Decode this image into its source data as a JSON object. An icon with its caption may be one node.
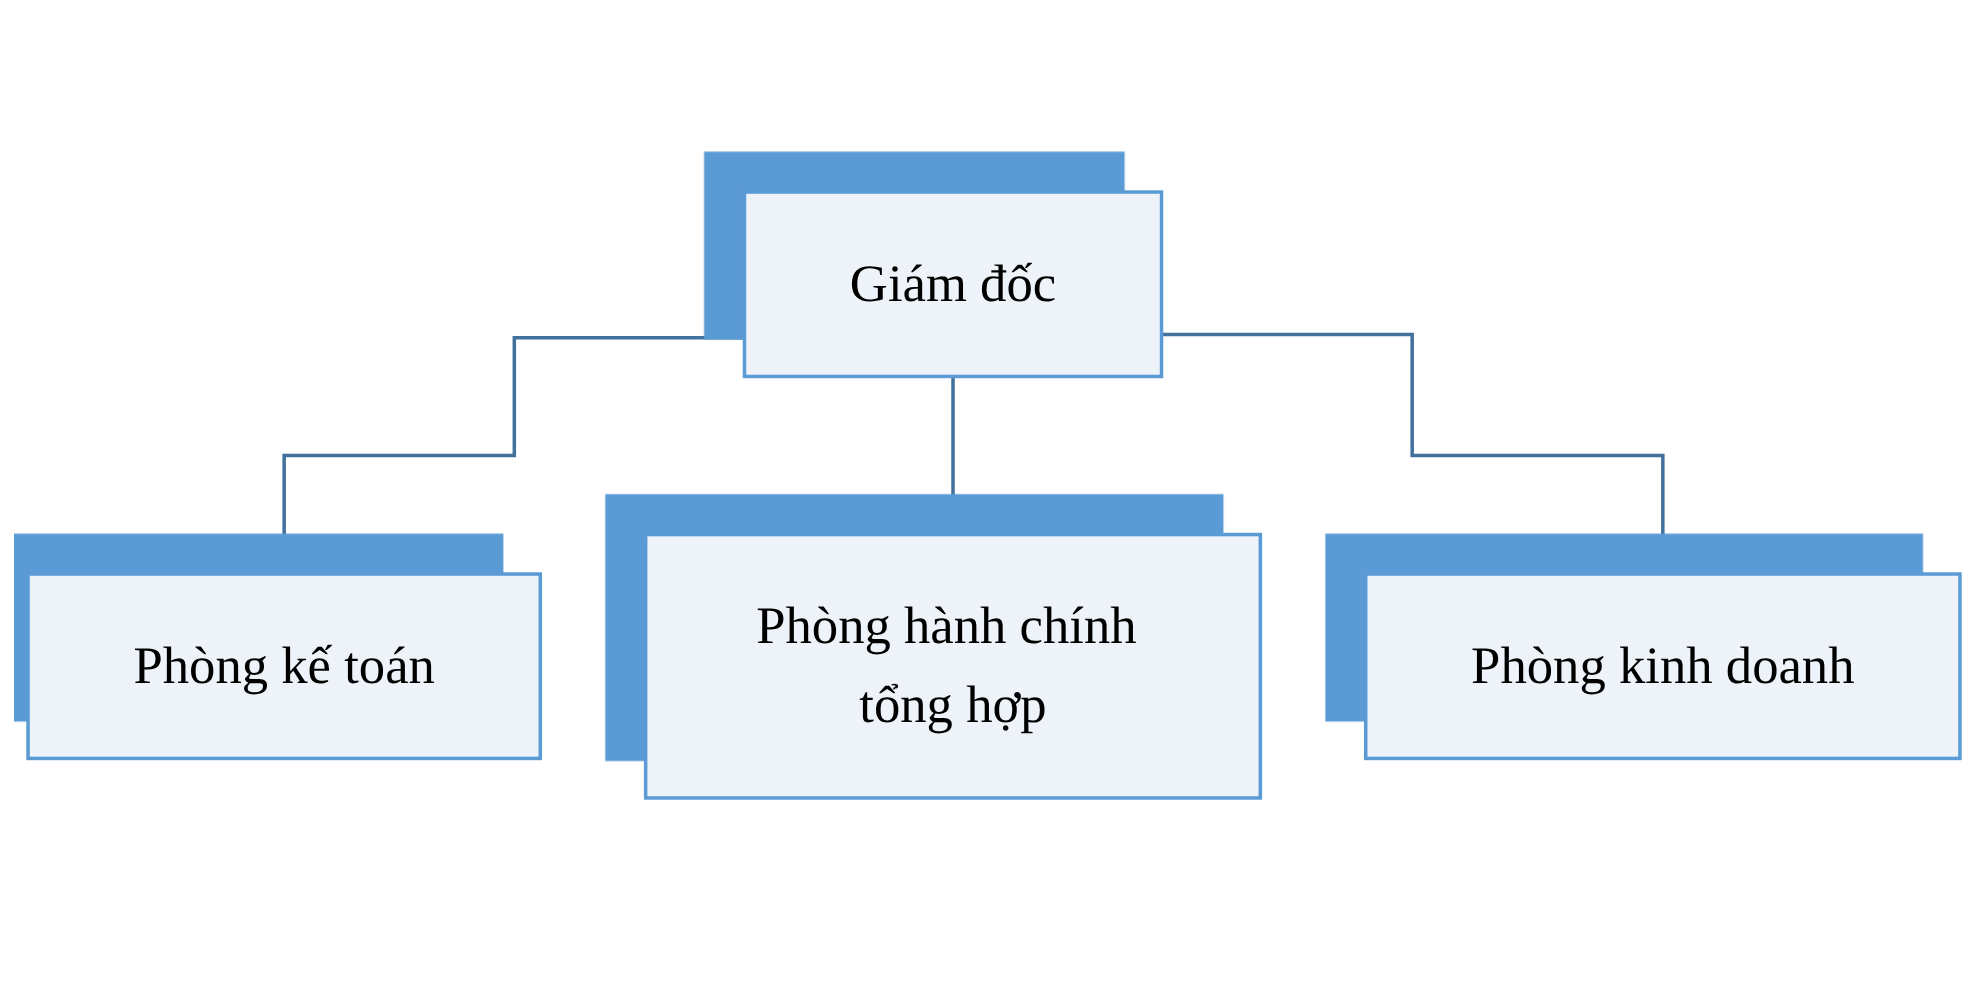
{
  "diagram": {
    "nodes": [
      {
        "text": [
          "Giám đốc"
        ]
      },
      {
        "text": [
          "Phòng kế toán"
        ]
      },
      {
        "text": [
          "Phòng hành chính tổng hợp"
        ]
      },
      {
        "text": [
          "Phòng kinh doanh"
        ]
      }
    ],
    "edges": [
      {
        "from": 0,
        "to": 1,
        "arrow": "none"
      },
      {
        "from": 0,
        "to": 2,
        "arrow": "none"
      },
      {
        "from": 0,
        "to": 3,
        "arrow": "none"
      }
    ]
  }
}
